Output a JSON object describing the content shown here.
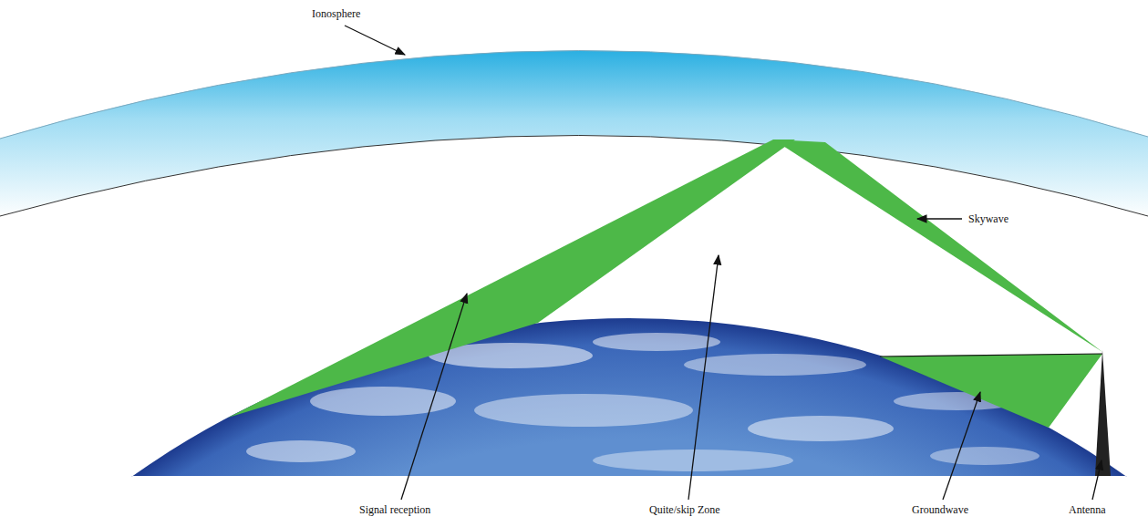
{
  "diagram": {
    "labels": [
      "Ionosphere",
      "Skywave",
      "Signal reception",
      "Quite/skip Zone",
      "Groundwave",
      "Antenna"
    ]
  }
}
